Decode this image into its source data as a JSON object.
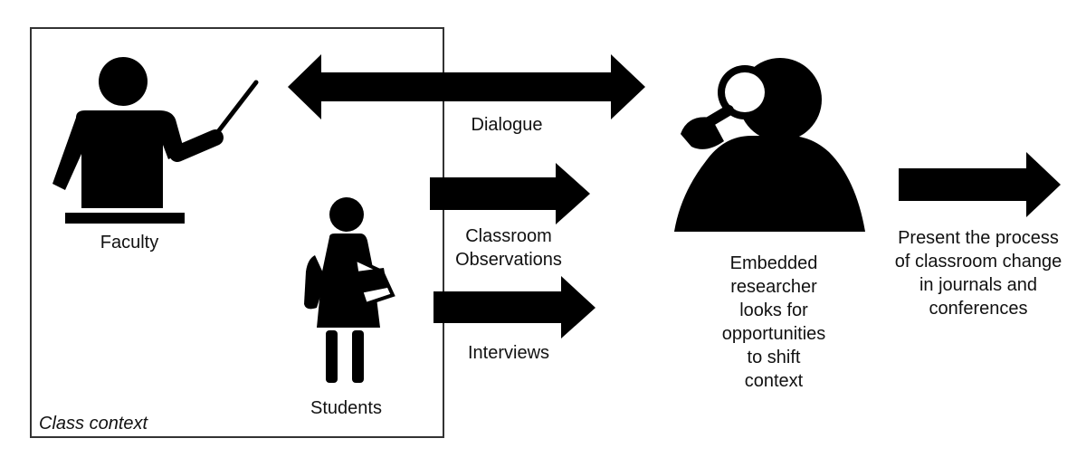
{
  "class_context": {
    "label": "Class context"
  },
  "faculty": {
    "label": "Faculty",
    "icon": "teacher-pointer-icon"
  },
  "students": {
    "label": "Students",
    "icon": "student-backpack-icon"
  },
  "flows": {
    "dialogue": {
      "label": "Dialogue",
      "icon": "double-arrow-icon"
    },
    "observations": {
      "label_line1": "Classroom",
      "label_line2": "Observations",
      "icon": "right-arrow-icon"
    },
    "interviews": {
      "label": "Interviews",
      "icon": "right-arrow-icon"
    }
  },
  "researcher": {
    "icon": "magnifier-person-icon",
    "lines": [
      "Embedded",
      "researcher",
      "looks for",
      "opportunities",
      "to shift",
      "context"
    ]
  },
  "output": {
    "icon": "right-arrow-icon",
    "lines": [
      "Present the process",
      "of classroom change",
      "in journals and",
      "conferences"
    ]
  },
  "colors": {
    "ink": "#000000",
    "border": "#333333",
    "background": "#ffffff"
  }
}
